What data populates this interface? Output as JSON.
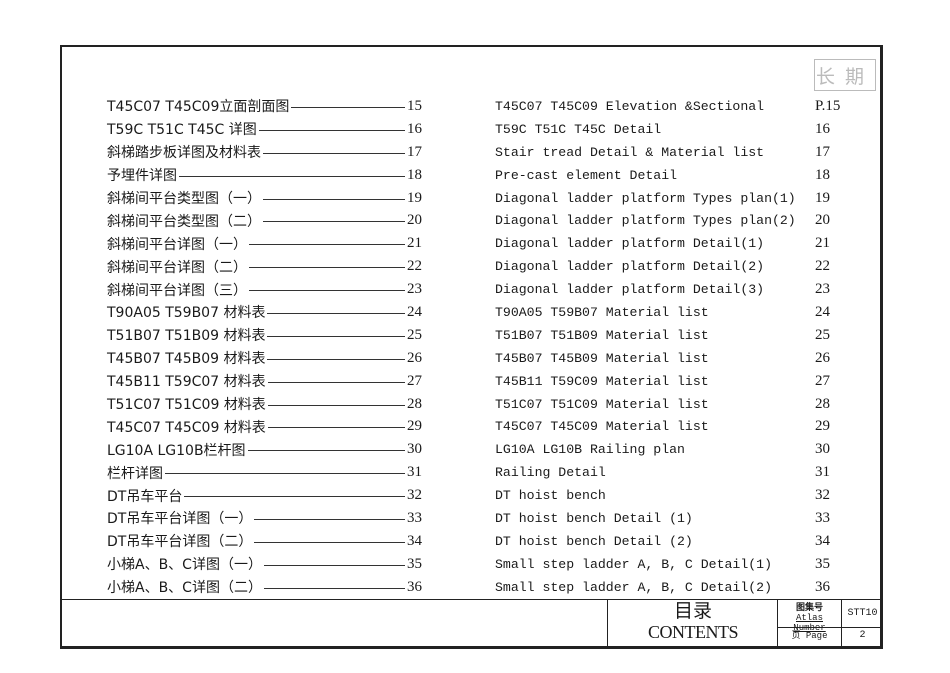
{
  "stamp": "长期",
  "left_entries": [
    {
      "label": "T45C07 T45C09立面剖面图",
      "page": "15"
    },
    {
      "label": "T59C T51C T45C 详图",
      "page": "16"
    },
    {
      "label": "斜梯踏步板详图及材料表",
      "page": "17"
    },
    {
      "label": "予埋件详图",
      "page": "18"
    },
    {
      "label": "斜梯间平台类型图（一）",
      "page": "19"
    },
    {
      "label": "斜梯间平台类型图（二）",
      "page": "20"
    },
    {
      "label": "斜梯间平台详图（一）",
      "page": "21"
    },
    {
      "label": "斜梯间平台详图（二）",
      "page": "22"
    },
    {
      "label": "斜梯间平台详图（三）",
      "page": "23"
    },
    {
      "label": "T90A05 T59B07 材料表",
      "page": "24"
    },
    {
      "label": "T51B07 T51B09 材料表",
      "page": "25"
    },
    {
      "label": "T45B07 T45B09 材料表",
      "page": "26"
    },
    {
      "label": "T45B11 T59C07 材料表",
      "page": "27"
    },
    {
      "label": "T51C07 T51C09 材料表",
      "page": "28"
    },
    {
      "label": "T45C07 T45C09 材料表",
      "page": "29"
    },
    {
      "label": "LG10A LG10B栏杆图",
      "page": "30"
    },
    {
      "label": "栏杆详图",
      "page": "31"
    },
    {
      "label": "DT吊车平台",
      "page": "32"
    },
    {
      "label": "DT吊车平台详图（一）",
      "page": "33"
    },
    {
      "label": "DT吊车平台详图（二）",
      "page": "34"
    },
    {
      "label": "小梯A、B、C详图（一）",
      "page": "35"
    },
    {
      "label": "小梯A、B、C详图（二）",
      "page": "36"
    }
  ],
  "right_entries": [
    {
      "label": "T45C07 T45C09 Elevation &Sectional",
      "page": "P.15"
    },
    {
      "label": "T59C T51C T45C Detail",
      "page": "16"
    },
    {
      "label": "Stair tread Detail & Material list",
      "page": "17"
    },
    {
      "label": "Pre-cast element Detail",
      "page": "18"
    },
    {
      "label": "Diagonal ladder platform Types plan(1)",
      "page": "19"
    },
    {
      "label": "Diagonal ladder platform Types plan(2)",
      "page": "20"
    },
    {
      "label": "Diagonal ladder platform Detail(1)",
      "page": "21"
    },
    {
      "label": "Diagonal ladder platform Detail(2)",
      "page": "22"
    },
    {
      "label": "Diagonal ladder platform Detail(3)",
      "page": "23"
    },
    {
      "label": "T90A05 T59B07 Material list",
      "page": "24"
    },
    {
      "label": "T51B07 T51B09 Material list",
      "page": "25"
    },
    {
      "label": "T45B07 T45B09 Material list",
      "page": "26"
    },
    {
      "label": "T45B11 T59C09 Material list",
      "page": "27"
    },
    {
      "label": "T51C07 T51C09 Material list",
      "page": "28"
    },
    {
      "label": "T45C07 T45C09 Material list",
      "page": "29"
    },
    {
      "label": "LG10A LG10B Railing plan",
      "page": "30"
    },
    {
      "label": "Railing Detail",
      "page": "31"
    },
    {
      "label": "DT hoist bench",
      "page": "32"
    },
    {
      "label": "DT hoist bench Detail (1)",
      "page": "33"
    },
    {
      "label": "DT hoist bench Detail (2)",
      "page": "34"
    },
    {
      "label": "Small step ladder A, B, C Detail(1)",
      "page": "35"
    },
    {
      "label": "Small step ladder A, B, C Detail(2)",
      "page": "36"
    }
  ],
  "title_block": {
    "title_cn": "目录",
    "title_en": "CONTENTS",
    "atlas_label_cn": "图集号",
    "atlas_label_en": "Atlas Number",
    "atlas_number": "STT10",
    "page_label": "页  Page",
    "page_number": "2"
  }
}
